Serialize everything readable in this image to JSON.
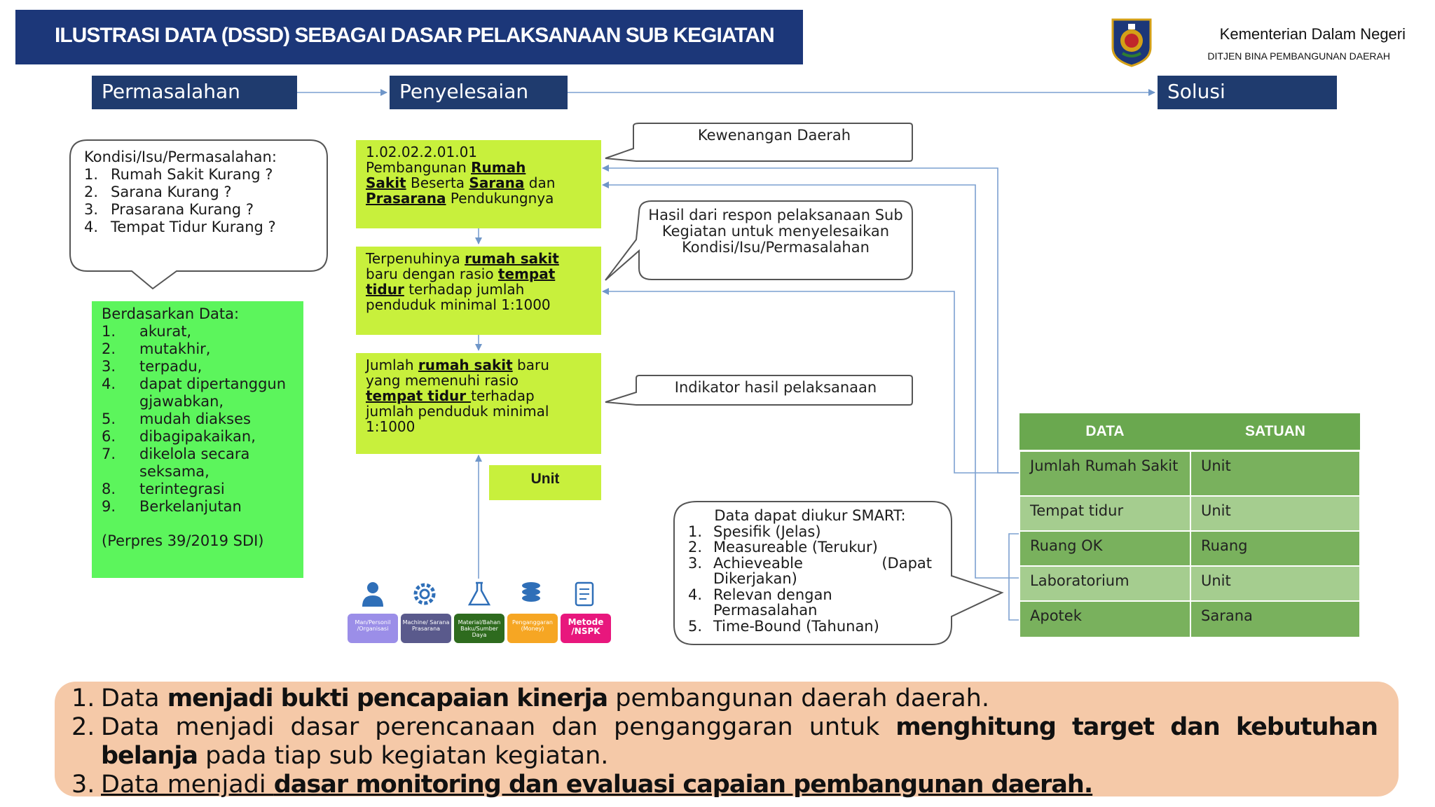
{
  "header": {
    "title": "ILUSTRASI DATA (DSSD) SEBAGAI DASAR PELAKSANAAN SUB KEGIATAN",
    "org_name": "Kementerian Dalam Negeri",
    "org_sub": "DITJEN BINA PEMBANGUNAN DAERAH"
  },
  "flow": {
    "permasalahan": "Permasalahan",
    "penyelesaian": "Penyelesaian",
    "solusi": "Solusi"
  },
  "kondisi": {
    "heading": "Kondisi/Isu/Permasalahan:",
    "items": [
      {
        "n": "1.",
        "t": "Rumah Sakit Kurang ?"
      },
      {
        "n": "2.",
        "t": "Sarana Kurang ?"
      },
      {
        "n": "3.",
        "t": "Prasarana Kurang ?"
      },
      {
        "n": "4.",
        "t": "Tempat Tidur Kurang ?"
      }
    ]
  },
  "berdasarkan": {
    "heading": "Berdasarkan Data:",
    "items": [
      {
        "n": "1.",
        "t": "akurat,"
      },
      {
        "n": "2.",
        "t": "mutakhir,"
      },
      {
        "n": "3.",
        "t": "terpadu,"
      },
      {
        "n": "4.",
        "t": "dapat dipertanggungjawabkan,"
      },
      {
        "n": "5.",
        "t": "mudah diakses"
      },
      {
        "n": "6.",
        "t": "dibagipakaikan,"
      },
      {
        "n": "7.",
        "t": "dikelola secara seksama,"
      },
      {
        "n": "8.",
        "t": "terintegrasi"
      },
      {
        "n": "9.",
        "t": "Berkelanjutan"
      }
    ],
    "footer": "(Perpres 39/2019 SDI)"
  },
  "box1": {
    "code": "1.02.02.2.01.01",
    "p1": "Pembangunan ",
    "b1": "Rumah",
    "b2": "Sakit",
    "p2": " Beserta ",
    "b3": "Sarana",
    "p3": " dan",
    "b4": "Prasarana",
    "p4": " Pendukungnya"
  },
  "box2": {
    "p1": "Terpenuhinya ",
    "b1": "rumah sakit",
    "p2": "baru dengan rasio ",
    "b2": "tempat",
    "b3": "tidur",
    "p3": " terhadap jumlah",
    "p4": "penduduk minimal 1:1000"
  },
  "box3": {
    "p1": "Jumlah ",
    "b1": "rumah sakit",
    "p2": " baru",
    "p3": "yang memenuhi rasio",
    "b2": "tempat tidur ",
    "p4": "terhadap",
    "p5": "jumlah penduduk minimal",
    "p6": "1:1000"
  },
  "unit_label": "Unit",
  "callouts": {
    "kewenangan": "Kewenangan Daerah",
    "hasil_respon": "Hasil dari respon pelaksanaan Sub Kegiatan untuk menyelesaikan Kondisi/Isu/Permasalahan",
    "indikator": "Indikator hasil pelaksanaan"
  },
  "smart": {
    "heading": "Data dapat diukur SMART:",
    "items": [
      {
        "n": "1.",
        "t": "Spesifik (Jelas)"
      },
      {
        "n": "2.",
        "t": "Measureable (Terukur)"
      },
      {
        "n": "3.",
        "t": "Achieveable (Dapat Dikerjakan)"
      },
      {
        "n": "4.",
        "t": "Relevan dengan Permasalahan"
      },
      {
        "n": "5.",
        "t": "Time-Bound (Tahunan)"
      }
    ]
  },
  "table": {
    "headers": [
      "DATA",
      "SATUAN"
    ],
    "rows": [
      {
        "data": "Jumlah Rumah Sakit",
        "satuan": "Unit"
      },
      {
        "data": "Tempat tidur",
        "satuan": "Unit"
      },
      {
        "data": "Ruang OK",
        "satuan": "Ruang"
      },
      {
        "data": "Laboratorium",
        "satuan": "Unit"
      },
      {
        "data": "Apotek",
        "satuan": "Sarana"
      }
    ]
  },
  "resources": [
    {
      "label": "Man/Personil /Organisasi",
      "color": "#9b8ee8"
    },
    {
      "label": "Machine/ Sarana Prasarana",
      "color": "#5a5a8c"
    },
    {
      "label": "Material/Bahan Baku/Sumber Daya",
      "color": "#2e6b1e"
    },
    {
      "label": "Penganggaran (Money)",
      "color": "#f6a623"
    },
    {
      "label": "Metode /NSPK",
      "color": "#e8177d"
    }
  ],
  "bottom": {
    "l1_n": "1.",
    "l1_a": "Data ",
    "l1_b": "menjadi bukti pencapaian kinerja",
    "l1_c": " pembangunan daerah daerah.",
    "l2_n": "2.",
    "l2_a": "Data menjadi dasar perencanaan dan penganggaran untuk ",
    "l2_b": "menghitung target dan kebutuhan belanja",
    "l2_c": " pada tiap sub kegiatan kegiatan.",
    "l3_n": "3.",
    "l3_a": "Data menjadi ",
    "l3_b": "dasar monitoring dan evaluasi capaian pembangunan daerah."
  },
  "colors": {
    "title_bg": "#1c3779",
    "header_bg": "#1f3b6e",
    "box_green": "#c8f03c",
    "bright_green": "#5cf55c",
    "table_header": "#6aa84f",
    "bottom_panel": "#f5c9a8",
    "connector": "#7ca0d0"
  }
}
